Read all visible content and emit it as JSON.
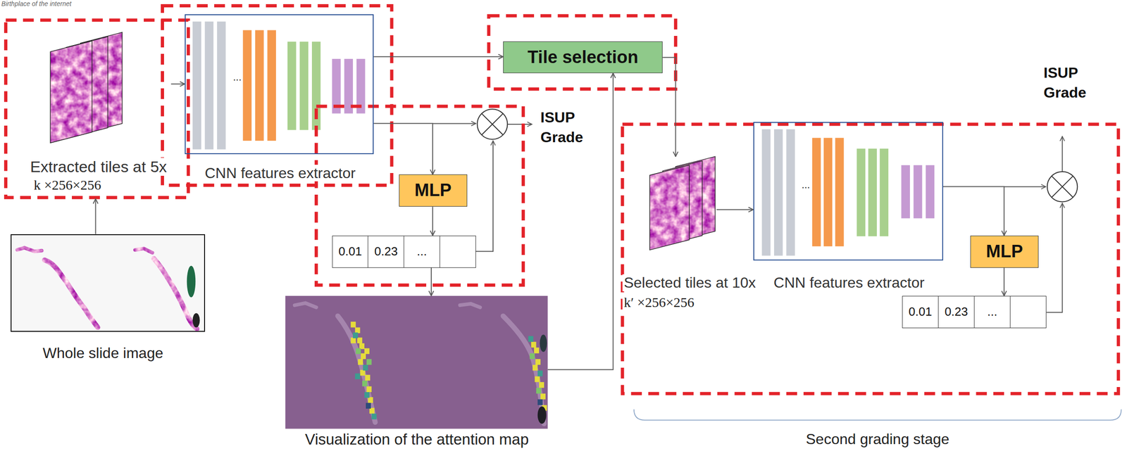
{
  "diagram": {
    "nodes": [
      {
        "text": [
          "Extracted tiles at 5x",
          "k ×256×256"
        ]
      },
      {
        "text": [
          "...",
          "CNN features extractor"
        ]
      },
      {
        "text": [
          "Tile selection"
        ]
      },
      {
        "text": [
          "MLP"
        ]
      },
      {
        "text": [
          "0.01",
          "0.23",
          "..."
        ]
      },
      {
        "text": [
          "Whole slide image"
        ]
      },
      {
        "text": [
          "Visualization of the attention map"
        ]
      },
      {
        "text": [
          "Selected tiles at 10x",
          "k′ ×256×256"
        ]
      },
      {
        "text": [
          "...",
          "CNN features extractor"
        ]
      },
      {
        "text": [
          "MLP"
        ]
      },
      {
        "text": [
          "0.01",
          "0.23",
          "..."
        ]
      }
    ],
    "edges": [
      {
        "from": 5,
        "to": 0,
        "arrow": "to"
      },
      {
        "from": 0,
        "to": 1,
        "arrow": "to"
      },
      {
        "from": 1,
        "to": 2,
        "arrow": "to"
      },
      {
        "from": 1,
        "to": 3,
        "arrow": "to"
      },
      {
        "from": 3,
        "to": 4,
        "arrow": "to"
      },
      {
        "from": 4,
        "to": 6,
        "arrow": "to"
      },
      {
        "from": 6,
        "to": 2,
        "arrow": "to"
      },
      {
        "from": 2,
        "to": 7,
        "arrow": "to"
      },
      {
        "from": 7,
        "to": 8,
        "arrow": "to"
      },
      {
        "from": 8,
        "to": 9,
        "arrow": "to"
      },
      {
        "from": 9,
        "to": 10,
        "arrow": "to"
      }
    ],
    "labels": [
      "Birthplace of the internet",
      "ISUP Grade",
      "ISUP Grade",
      "Second grading stage"
    ]
  }
}
